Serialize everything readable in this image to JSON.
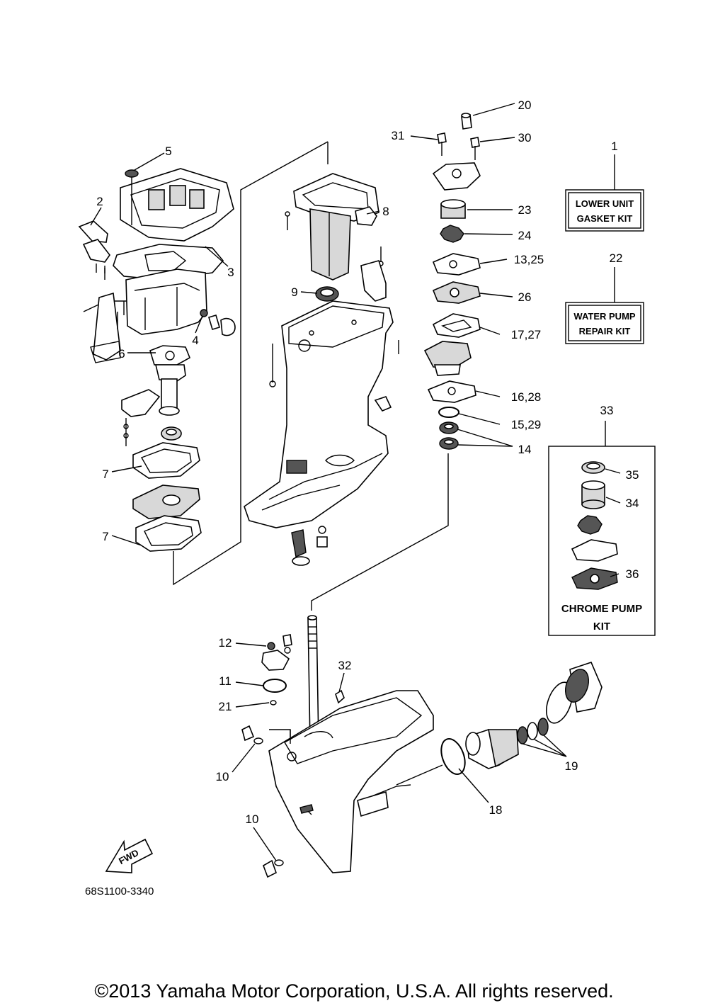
{
  "diagram": {
    "part_code": "68S1100-3340",
    "fwd_label": "FWD",
    "copyright": "©2013 Yamaha Motor Corporation, U.S.A. All rights reserved.",
    "kits": {
      "lower_unit": {
        "ref": "1",
        "line1": "LOWER UNIT",
        "line2": "GASKET KIT"
      },
      "water_pump": {
        "ref": "22",
        "line1": "WATER PUMP",
        "line2": "REPAIR KIT"
      },
      "chrome_pump": {
        "ref": "33",
        "line1": "CHROME PUMP",
        "line2": "KIT"
      }
    },
    "callouts": {
      "c1": "1",
      "c2": "2",
      "c3": "3",
      "c4": "4",
      "c5": "5",
      "c6": "6",
      "c7a": "7",
      "c7b": "7",
      "c8": "8",
      "c9": "9",
      "c10a": "10",
      "c10b": "10",
      "c11": "11",
      "c12": "12",
      "c13_25": "13,25",
      "c14": "14",
      "c15_29": "15,29",
      "c16_28": "16,28",
      "c17_27": "17,27",
      "c18": "18",
      "c19": "19",
      "c20": "20",
      "c21": "21",
      "c22": "22",
      "c23": "23",
      "c24": "24",
      "c26": "26",
      "c30": "30",
      "c31": "31",
      "c32": "32",
      "c33": "33",
      "c34": "34",
      "c35": "35",
      "c36": "36"
    }
  }
}
